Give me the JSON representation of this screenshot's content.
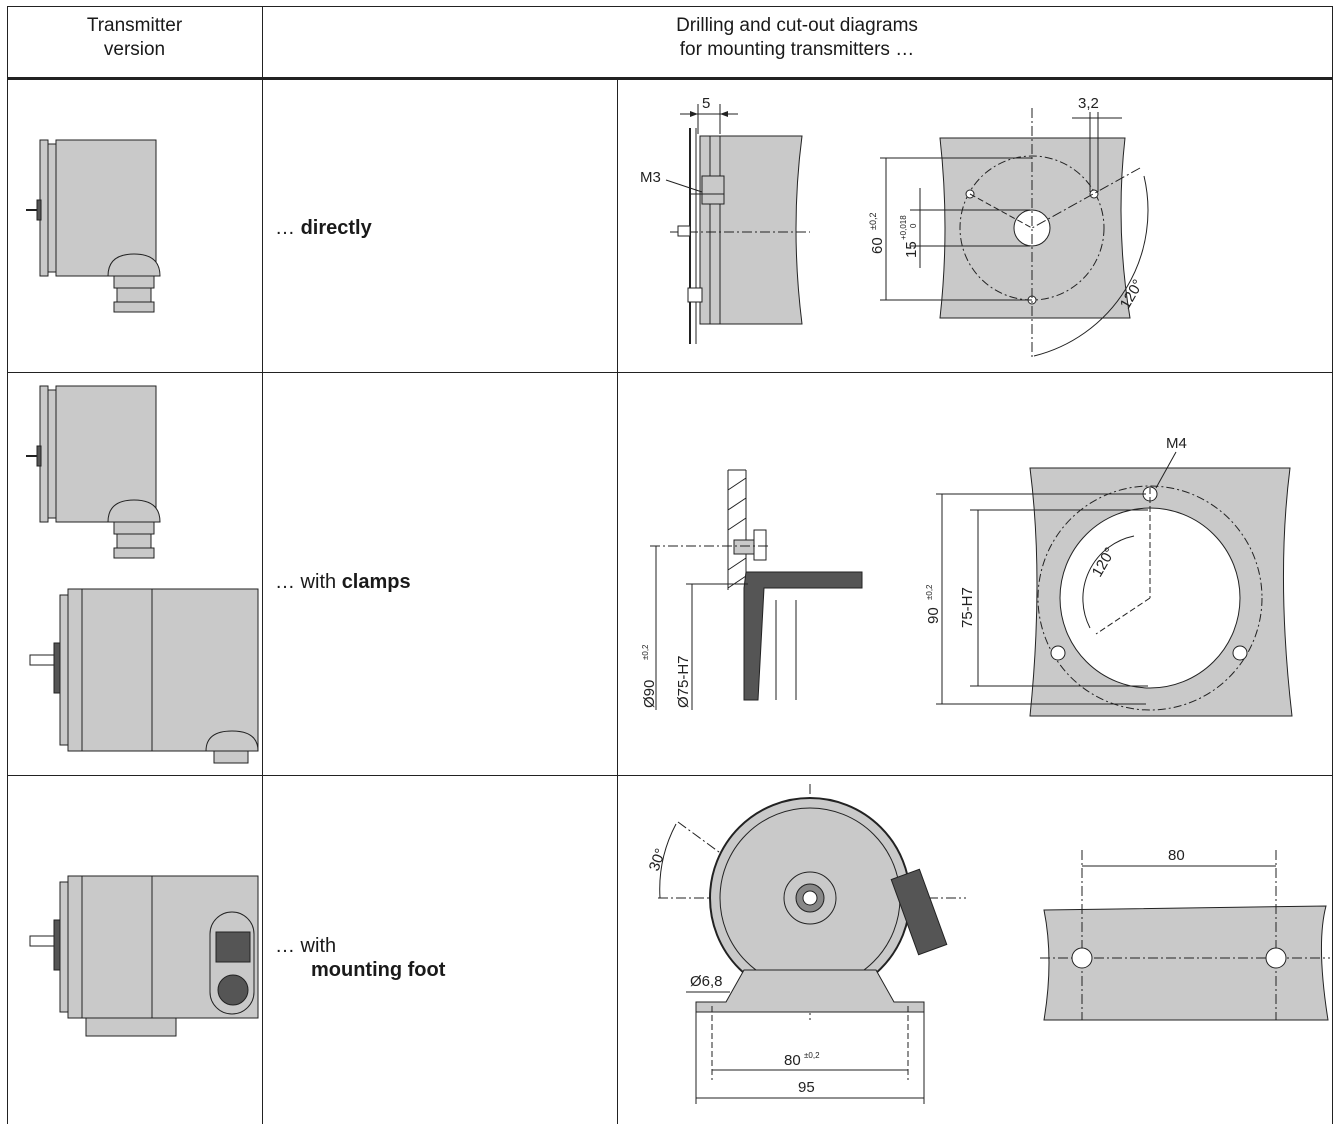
{
  "header": {
    "col1": [
      "Transmitter",
      "version"
    ],
    "col2": [
      "Drilling and cut-out diagrams",
      "for mounting transmitters …"
    ]
  },
  "rows": [
    {
      "method": {
        "prefix": "…",
        "bold": "directly",
        "suffix": ""
      },
      "dims": {
        "d5": "5",
        "m3": "M3",
        "d32": "3,2",
        "d60": "60",
        "d60tol": "±0,2",
        "d15": "15",
        "d15tol_up": "+0,018",
        "d15tol_lo": "0",
        "a120": "120°"
      }
    },
    {
      "method": {
        "prefix": "…  with",
        "bold": "clamps",
        "suffix": ""
      },
      "dims": {
        "m4": "M4",
        "a120": "120°",
        "d90": "90",
        "d90tol": "±0,2",
        "d75": "75-H7",
        "od90": "Ø90",
        "od90tol": "±0,2",
        "od75": "Ø75-H7"
      }
    },
    {
      "method": {
        "prefix": "…  with",
        "bold": "mounting foot",
        "suffix": ""
      },
      "dims": {
        "a30": "30°",
        "hole": "Ø6,8",
        "d80": "80",
        "d80tol": "±0,2",
        "d95": "95",
        "d80b": "80"
      }
    }
  ]
}
